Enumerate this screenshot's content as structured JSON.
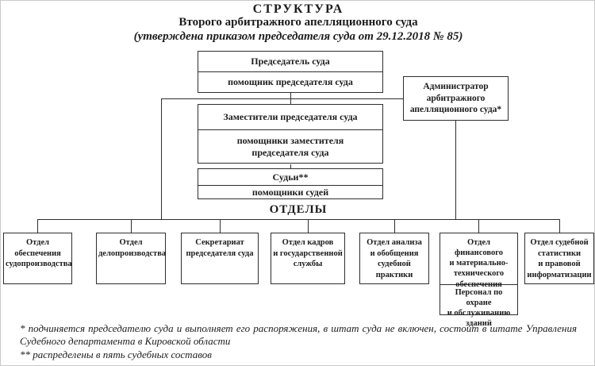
{
  "title": {
    "line1": "СТРУКТУРА",
    "line2": "Второго арбитражного апелляционного суда",
    "line3": "(утверждена приказом председателя суда от 29.12.2018 № 85)"
  },
  "org": {
    "chairman": {
      "title": "Председатель суда",
      "assistant": "помощник председателя суда"
    },
    "administrator": {
      "title": "Администратор\nарбитражного\nапелляционного суда*"
    },
    "deputies": {
      "title": "Заместители председателя суда",
      "assistant": "помощники заместителя\nпредседателя суда"
    },
    "judges": {
      "title": "Судьи**",
      "assistant": "помощники судей"
    },
    "departments_label": "ОТДЕЛЫ",
    "departments": [
      {
        "label": "Отдел\nобеспечения\nсудопроизводства"
      },
      {
        "label": "Отдел\nделопроизводства"
      },
      {
        "label": "Секретариат\nпредседателя суда"
      },
      {
        "label": "Отдел кадров\nи государственной\nслужбы"
      },
      {
        "label": "Отдел анализа\nи обобщения\nсудебной\nпрактики"
      },
      {
        "label": "Отдел финансового\nи материально-\nтехнического\nобеспечения",
        "sub": "Персонал по охране\nи обслуживанию\nзданий"
      },
      {
        "label": "Отдел судебной\nстатистики\nи правовой\nинформатизации"
      }
    ]
  },
  "footnotes": {
    "first": "* подчиняется председателю суда и выполняет его распоряжения, в штат суда не включен, состоит в штате Управления Судебного департамента в Кировской области",
    "second": "** распределены в пять судебных составов"
  },
  "colors": {
    "ink": "#1c1c1c",
    "paper": "#ffffff",
    "line": "#2e2e2e"
  }
}
